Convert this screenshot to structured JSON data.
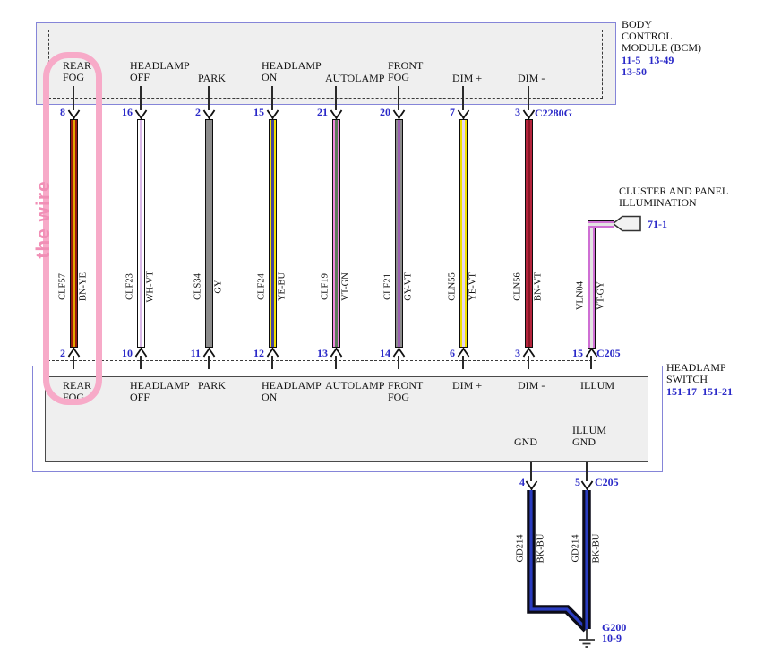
{
  "colors": {
    "pin_blue": "#2a29c8",
    "box_border_blue": "#8585d8",
    "box_fill_gray": "#efefef",
    "dash_gray": "#3a3a3a",
    "annotation_pink": "#f7aac8",
    "ground_wire_black": "#0b0b18",
    "ground_wire_blue_stripe": "#2a3cc0"
  },
  "bcm": {
    "title": "BODY\nCONTROL\nMODULE (BCM)",
    "connectors": "11-5   13-49\n13-50"
  },
  "top_connector_label": "C2280G",
  "bottom_connector_label": "C205",
  "switch": {
    "title": "HEADLAMP\nSWITCH",
    "connectors": "151-17  151-21"
  },
  "cluster": {
    "title": "CLUSTER AND PANEL\nILLUMINATION",
    "connector": "71-1"
  },
  "annotation": {
    "text": "the wire"
  },
  "wires": [
    {
      "top_label": "REAR\nFOG",
      "bottom_label": "REAR\nFOG",
      "top_pin": "8",
      "bottom_pin": "2",
      "circuit": "CLF57",
      "color_code": "BN-YE",
      "body": "#9b1d0e",
      "stripe": "#e3a700"
    },
    {
      "top_label": "HEADLAMP\nOFF",
      "bottom_label": "HEADLAMP\nOFF",
      "top_pin": "16",
      "bottom_pin": "10",
      "circuit": "CLF23",
      "color_code": "WH-VT",
      "body": "#ffffff",
      "stripe": "#d9b8e8"
    },
    {
      "top_label": "PARK",
      "bottom_label": "PARK",
      "top_pin": "2",
      "bottom_pin": "11",
      "circuit": "CLS34",
      "color_code": "GY",
      "body": "#8c8c8c",
      "stripe": "#8c8c8c"
    },
    {
      "top_label": "HEADLAMP\nON",
      "bottom_label": "HEADLAMP\nON",
      "top_pin": "15",
      "bottom_pin": "12",
      "circuit": "CLF24",
      "color_code": "YE-BU",
      "body": "#eee000",
      "stripe": "#44449a"
    },
    {
      "top_label": "AUTOLAMP",
      "bottom_label": "AUTOLAMP",
      "top_pin": "21",
      "bottom_pin": "13",
      "circuit": "CLF19",
      "color_code": "VT-GN",
      "body": "#f08ae0",
      "stripe": "#5d7a5d"
    },
    {
      "top_label": "FRONT\nFOG",
      "bottom_label": "FRONT\nFOG",
      "top_pin": "20",
      "bottom_pin": "14",
      "circuit": "CLF21",
      "color_code": "GY-VT",
      "body": "#8c8c8c",
      "stripe": "#9a60b0"
    },
    {
      "top_label": "DIM +",
      "bottom_label": "DIM +",
      "top_pin": "7",
      "bottom_pin": "6",
      "circuit": "CLN55",
      "color_code": "YE-VT",
      "body": "#f0e000",
      "stripe": "#e4d5ee"
    },
    {
      "top_label": "DIM -",
      "bottom_label": "DIM -",
      "top_pin": "3",
      "bottom_pin": "3",
      "circuit": "CLN56",
      "color_code": "BN-VT",
      "body": "#b5243c",
      "stripe": "#8c1525"
    }
  ],
  "illum_wire": {
    "bottom_label": "ILLUM",
    "bottom_pin": "15",
    "circuit": "VLN04",
    "color_code": "VT-GY",
    "body": "#cf6fd4",
    "stripe": "#e3e3e3"
  },
  "ground": {
    "gnd_label": "GND",
    "illum_gnd_label": "ILLUM\nGND",
    "pin_left": "4",
    "pin_right": "5",
    "connector": "C205",
    "ground_ref": "G200\n10-9",
    "wires": [
      {
        "circuit": "GD214",
        "color_code": "BK-BU"
      },
      {
        "circuit": "GD214",
        "color_code": "BK-BU"
      }
    ]
  }
}
